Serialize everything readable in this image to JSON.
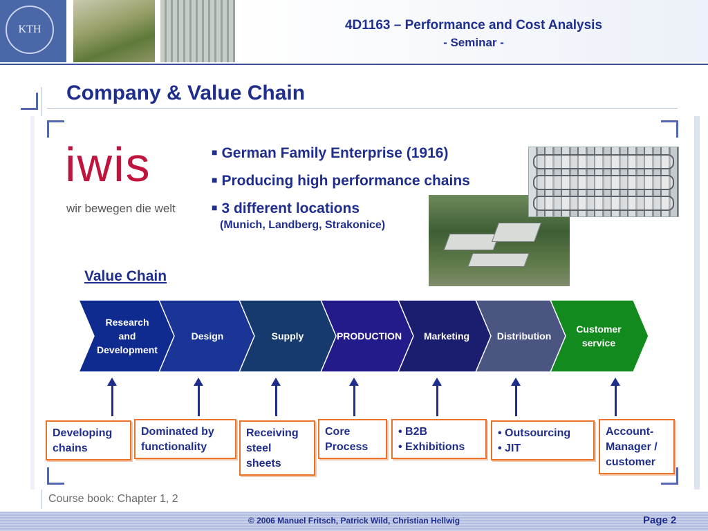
{
  "header": {
    "logo_text": "KTH",
    "course_title": "4D1163 – Performance and Cost Analysis",
    "subtitle": "- Seminar -"
  },
  "slide": {
    "title": "Company & Value Chain",
    "company_logo": {
      "word": "iwis",
      "tagline": "wir bewegen die welt"
    },
    "bullets": [
      "German Family Enterprise (1916)",
      "Producing high performance chains",
      "3 different locations"
    ],
    "bullet_note": "(Munich, Landberg, Strakonice)",
    "value_chain_label": "Value Chain",
    "stages": [
      {
        "label": "Research and Development",
        "color": "#0f2b8f"
      },
      {
        "label": "Design",
        "color": "#1b3596"
      },
      {
        "label": "Supply",
        "color": "#163a6e"
      },
      {
        "label": "PRODUCTION",
        "color": "#241b8a"
      },
      {
        "label": "Marketing",
        "color": "#1b1e6e"
      },
      {
        "label": "Distribution",
        "color": "#4a5582"
      },
      {
        "label": "Customer service",
        "color": "#138a1d"
      }
    ],
    "activities": [
      "Developing chains",
      "Dominated by functionality",
      "Receiving steel sheets",
      "Core Process",
      "• B2B\n• Exhibitions",
      "• Outsourcing\n• JIT",
      "Account-Manager / customer"
    ]
  },
  "footer": {
    "course_book": "Course book: Chapter 1, 2",
    "copyright": "© 2006 Manuel Fritsch, Patrick Wild, Christian Hellwig",
    "page": "Page 2"
  },
  "colors": {
    "accent": "#1f2e8c",
    "box_border": "#e9732a",
    "logo_red": "#c0143c"
  }
}
